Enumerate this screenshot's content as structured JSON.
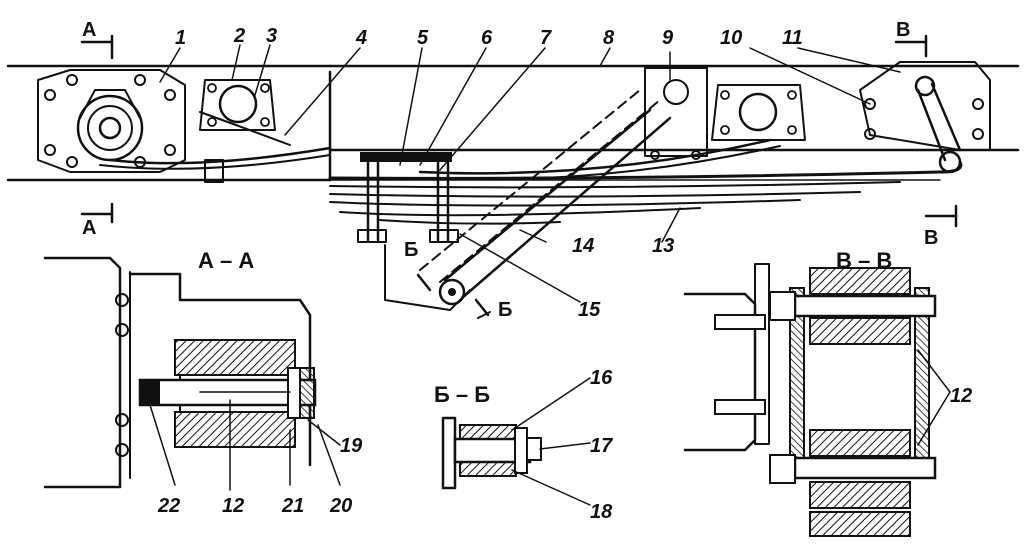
{
  "section_labels": {
    "aa": "А – А",
    "vv": "В – В",
    "bb": "Б – Б",
    "cut_a": "А",
    "cut_b": "Б",
    "cut_v": "В"
  },
  "callouts": {
    "n1": "1",
    "n2": "2",
    "n3": "3",
    "n4": "4",
    "n5": "5",
    "n6": "6",
    "n7": "7",
    "n8": "8",
    "n9": "9",
    "n10": "10",
    "n11": "11",
    "n12": "12",
    "n13": "13",
    "n14": "14",
    "n15": "15",
    "n16": "16",
    "n17": "17",
    "n18": "18",
    "n19": "19",
    "n20": "20",
    "n21": "21",
    "n22": "22"
  },
  "colors": {
    "ink": "#111111",
    "paper": "#ffffff"
  }
}
